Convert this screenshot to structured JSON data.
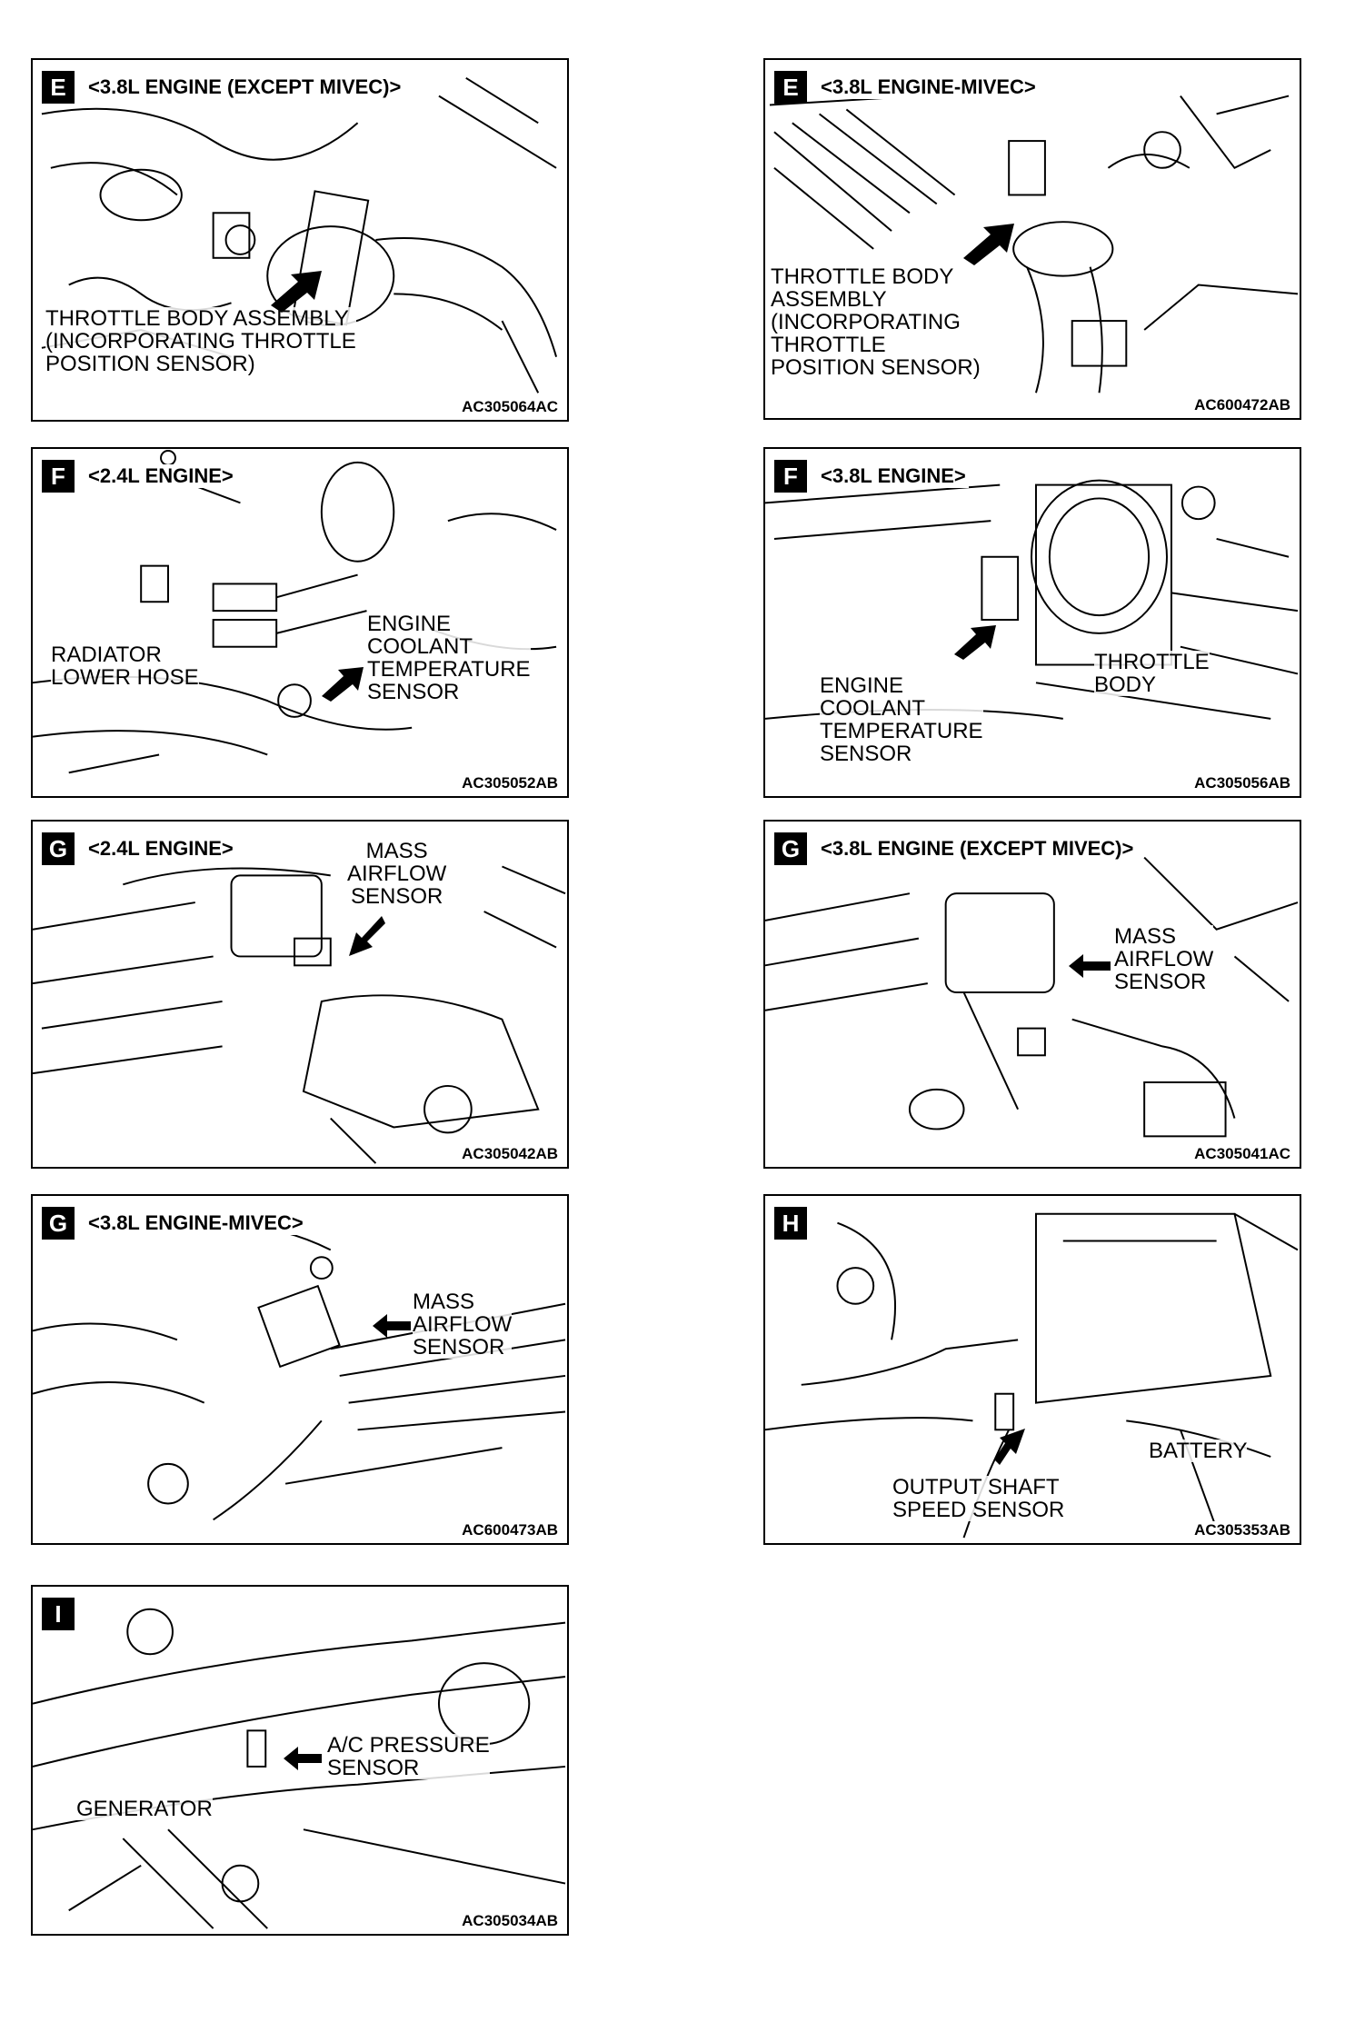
{
  "panels": {
    "p1": {
      "letter": "E",
      "title": "<3.8L ENGINE (EXCEPT MIVEC)>",
      "labels": [
        "THROTTLE BODY ASSEMBLY\n(INCORPORATING THROTTLE\nPOSITION SENSOR)"
      ],
      "code": "AC305064AC"
    },
    "p2": {
      "letter": "E",
      "title": "<3.8L ENGINE-MIVEC>",
      "labels": [
        "THROTTLE BODY\nASSEMBLY\n(INCORPORATING\nTHROTTLE\nPOSITION SENSOR)"
      ],
      "code": "AC600472AB"
    },
    "p3": {
      "letter": "F",
      "title": "<2.4L ENGINE>",
      "labels": [
        "RADIATOR\nLOWER HOSE",
        "ENGINE\nCOOLANT\nTEMPERATURE\nSENSOR"
      ],
      "code": "AC305052AB"
    },
    "p4": {
      "letter": "F",
      "title": "<3.8L ENGINE>",
      "labels": [
        "ENGINE\nCOOLANT\nTEMPERATURE\nSENSOR",
        "THROTTLE\nBODY"
      ],
      "code": "AC305056AB"
    },
    "p5": {
      "letter": "G",
      "title": "<2.4L ENGINE>",
      "labels": [
        "MASS\nAIRFLOW\nSENSOR"
      ],
      "code": "AC305042AB"
    },
    "p6": {
      "letter": "G",
      "title": "<3.8L ENGINE (EXCEPT MIVEC)>",
      "labels": [
        "MASS\nAIRFLOW\nSENSOR"
      ],
      "code": "AC305041AC"
    },
    "p7": {
      "letter": "G",
      "title": "<3.8L ENGINE-MIVEC>",
      "labels": [
        "MASS\nAIRFLOW\nSENSOR"
      ],
      "code": "AC600473AB"
    },
    "p8": {
      "letter": "H",
      "title": "",
      "labels": [
        "BATTERY",
        "OUTPUT SHAFT\nSPEED SENSOR"
      ],
      "code": "AC305353AB"
    },
    "p9": {
      "letter": "I",
      "title": "",
      "labels": [
        "A/C PRESSURE\nSENSOR",
        "GENERATOR"
      ],
      "code": "AC305034AB"
    }
  }
}
